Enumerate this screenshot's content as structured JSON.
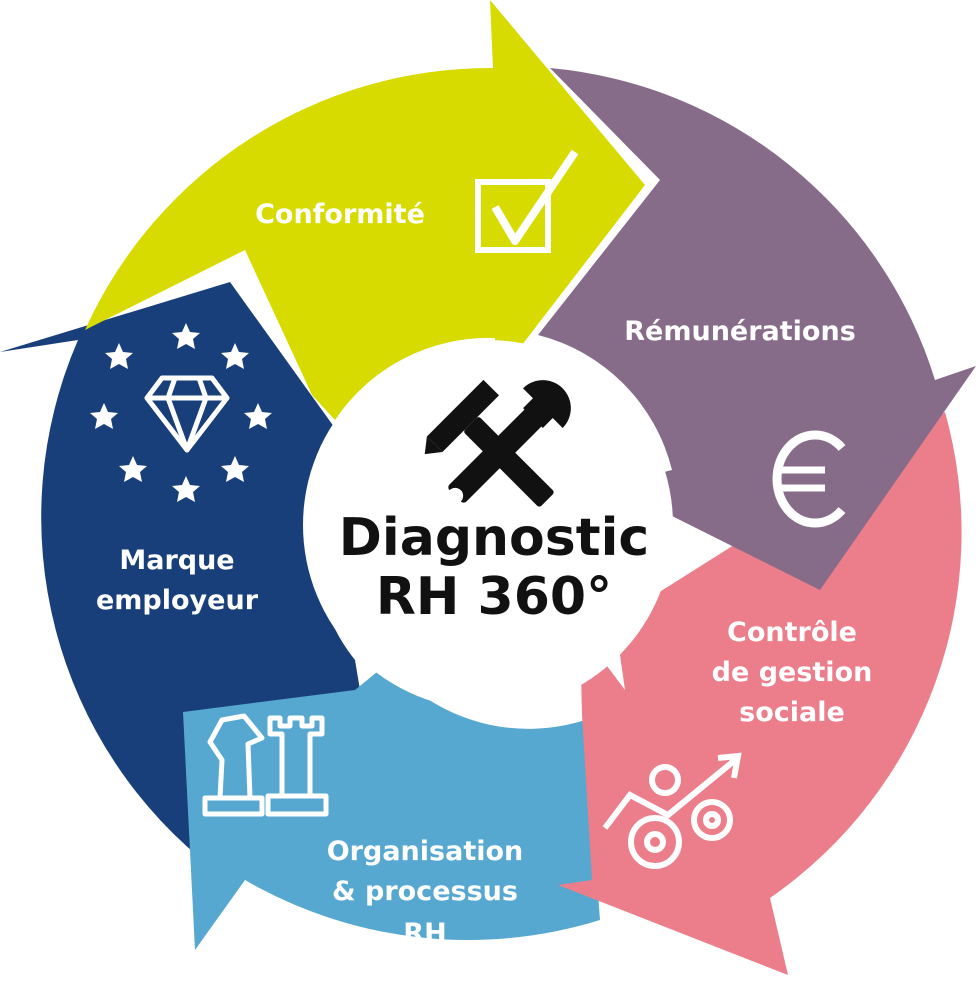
{
  "diagram": {
    "center": {
      "line1": "Diagnostic",
      "line2": "RH 360°",
      "icon": "hammer-wrench-icon"
    },
    "segments": [
      {
        "id": "conformite",
        "lines": [
          "Conformité"
        ],
        "color": "#d7db00",
        "icon": "checkbox-check-icon"
      },
      {
        "id": "remunerations",
        "lines": [
          "Rémunérations"
        ],
        "color": "#876c89",
        "icon": "euro-icon"
      },
      {
        "id": "controle",
        "lines": [
          "Contrôle",
          "de gestion",
          "sociale"
        ],
        "color": "#ec7d8a",
        "icon": "gears-growth-icon"
      },
      {
        "id": "organisation",
        "lines": [
          "Organisation",
          "& processus",
          "RH"
        ],
        "color": "#56a8d1",
        "icon": "chess-pieces-icon"
      },
      {
        "id": "marque",
        "lines": [
          "Marque",
          "employeur"
        ],
        "color": "#193f7b",
        "icon": "diamond-stars-icon"
      }
    ]
  }
}
